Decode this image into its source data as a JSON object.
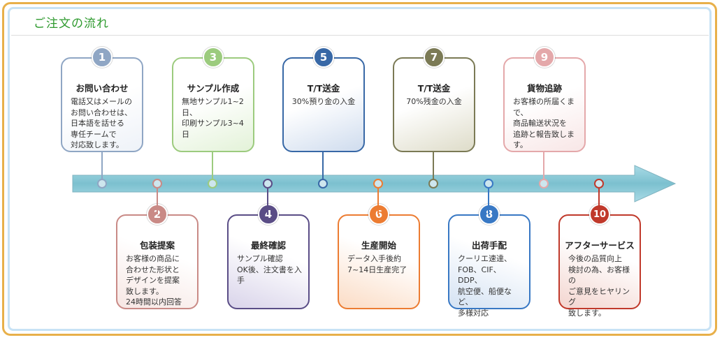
{
  "page": {
    "title": "ご注文の流れ"
  },
  "steps": [
    {
      "num": "1",
      "title": "お問い合わせ",
      "body": "電話又はメールの\nお問い合わせは、\n日本語を話せる\n専任チームで\n対応致します。",
      "color": "#8fa6c4",
      "bg": "#eef2f8"
    },
    {
      "num": "2",
      "title": "包装提案",
      "body": "お客様の商品に\n合わせた形状と\nデザインを提案\n致します。\n24時間以内回答",
      "color": "#c98a86",
      "bg": "#f6e6e3"
    },
    {
      "num": "3",
      "title": "サンプル作成",
      "body": "無地サンプル1~2日、\n印刷サンプル3~4日",
      "color": "#9ccb7e",
      "bg": "#e3f2d8"
    },
    {
      "num": "4",
      "title": "最終確認",
      "body": "サンプル確認\nOK後、注文書を入手",
      "color": "#5a4d86",
      "bg": "#d9d4ea"
    },
    {
      "num": "5",
      "title": "T/T送金",
      "body": "30%預り金の入金",
      "color": "#3868a6",
      "bg": "#cfdcee"
    },
    {
      "num": "6",
      "title": "生産開始",
      "body": "データ入手後約\n7~14日生産完了",
      "color": "#ec7c32",
      "bg": "#fbdcc5"
    },
    {
      "num": "7",
      "title": "T/T送金",
      "body": "70%残金の入金",
      "color": "#7b7a55",
      "bg": "#dedcc9"
    },
    {
      "num": "8",
      "title": "出荷手配",
      "body": "クーリエ速達、\nFOB、CIF、DDP、\n航空便、船便など、\n多様対応",
      "color": "#3878c4",
      "bg": "#d4e2f3"
    },
    {
      "num": "9",
      "title": "貨物追跡",
      "body": "お客様の所届くまで、\n商品輸送状況を\n追跡と報告致します。",
      "color": "#e4a8aa",
      "bg": "#f8e6e6"
    },
    {
      "num": "10",
      "title": "アフターサービス",
      "body": "今後の品質向上\n検討の為、お客様の\nご意見をヒヤリング\n致します。",
      "color": "#c0392b",
      "bg": "#f3d5cf"
    }
  ],
  "colors": {
    "title": "#2e9a2e",
    "outer_border": "#e8b04a",
    "inner_border": "#c7e2f5",
    "arrow": "#7fc1cf"
  }
}
